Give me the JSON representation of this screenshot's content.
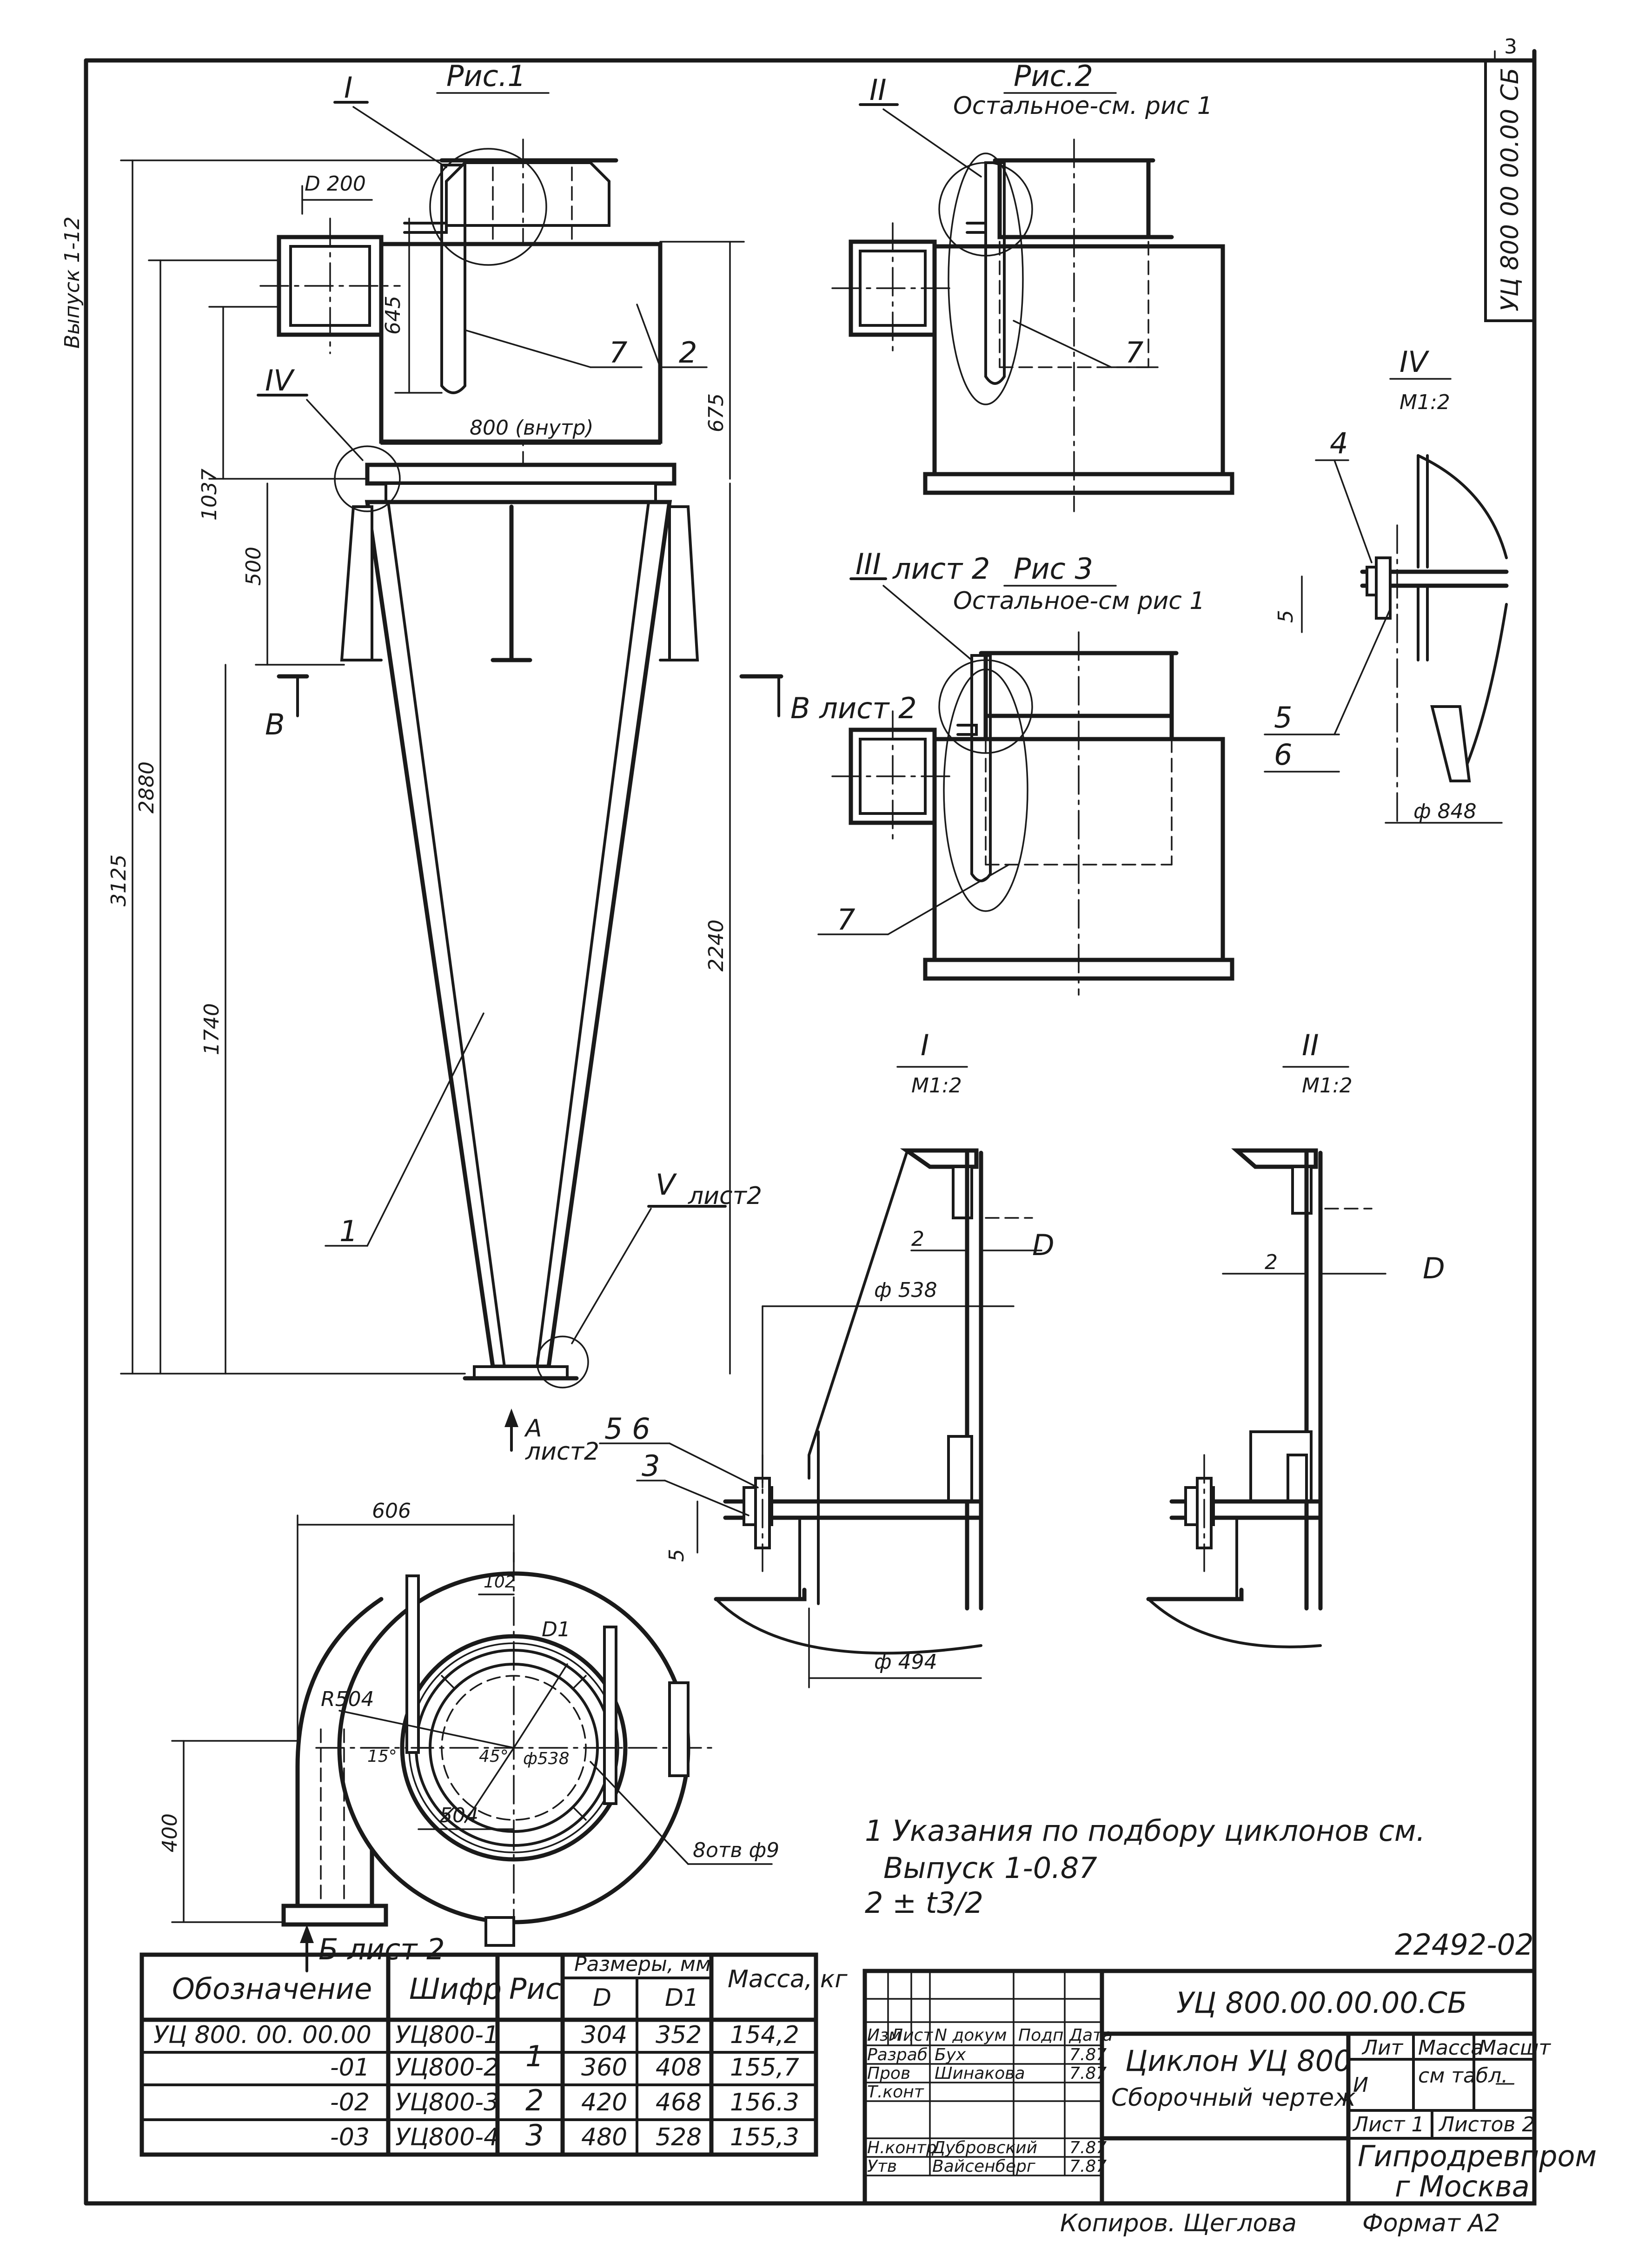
{
  "page_number": "3",
  "corner_code": "УЦ 800 00 00.00 СБ",
  "side_text": "Выпуск 1-12",
  "figures": {
    "fig1_title": "Рис.1",
    "fig2_title": "Рис.2",
    "fig2_note": "Остальное-см. рис 1",
    "fig3_title": "Рис 3",
    "fig3_ref": "лист 2",
    "fig3_note": "Остальное-см рис 1"
  },
  "views": {
    "I": {
      "label": "I",
      "scale": "М1:2"
    },
    "II": {
      "label": "II",
      "scale": "М1:2"
    },
    "III": {
      "label": "III"
    },
    "IV": {
      "label": "IV",
      "scale": "М1:2"
    },
    "V": {
      "label": "V",
      "ref": "лист2"
    }
  },
  "dims": {
    "d200": "D 200",
    "d645": "645",
    "d675": "675",
    "d800": "800 (внутр)",
    "d1037": "1037",
    "d500": "500",
    "d2880": "2880",
    "d3125": "3125",
    "d2240": "2240",
    "d1740": "1740",
    "d606": "606",
    "d102": "102",
    "d_D1": "D1",
    "r504": "R504",
    "d15": "15°",
    "d45": "45°",
    "phi538b": "ф538",
    "d504": "504",
    "d400": "400",
    "holes": "8отв ф9",
    "phi848": "ф 848",
    "phi538": "ф 538",
    "phi494": "ф 494",
    "gap2": "2",
    "dimD": "D",
    "five": "5",
    "five_six": "5  6"
  },
  "sections": {
    "B": "В",
    "B_ref": "В лист 2",
    "A": "А",
    "A_ref": "лист2",
    "Bb": "Б лист 2"
  },
  "callouts": {
    "p1": "1",
    "p2": "2",
    "p3": "3",
    "p4": "4",
    "p5": "5",
    "p6": "6",
    "p7": "7"
  },
  "notes": [
    "1  Указания по подбору циклонов  см.",
    "Выпуск  1-0.87",
    "2 ± t3/2"
  ],
  "spec_table": {
    "headers": {
      "designation": "Обозначение",
      "code": "Шифр",
      "fig": "Рис",
      "sizes": "Размеры, мм",
      "D": "D",
      "D1": "D1",
      "mass": "Масса, кг"
    },
    "rows": [
      {
        "designation": "УЦ 800. 00. 00.00",
        "code": "УЦ800-1",
        "fig": "1",
        "D": "304",
        "D1": "352",
        "mass": "154,2"
      },
      {
        "designation": "-01",
        "code": "УЦ800-2",
        "fig": "",
        "D": "360",
        "D1": "408",
        "mass": "155,7"
      },
      {
        "designation": "-02",
        "code": "УЦ800-3",
        "fig": "2",
        "D": "420",
        "D1": "468",
        "mass": "156.3"
      },
      {
        "designation": "-03",
        "code": "УЦ800-4",
        "fig": "3",
        "D": "480",
        "D1": "528",
        "mass": "155,3"
      }
    ]
  },
  "title_block": {
    "doc_number": "22492-02",
    "code": "УЦ 800.00.00.00.СБ",
    "title": "Циклон УЦ 800",
    "subtitle": "Сборочный чертеж",
    "hdr_izm": "Изм",
    "hdr_list": "Лист",
    "hdr_doc": "N докум",
    "hdr_sign": "Подп",
    "hdr_date": "Дата",
    "role1": "Разраб",
    "name1": "Бух",
    "date1": "7.87",
    "role2": "Пров",
    "name2": "Шинакова",
    "date2": "7.87",
    "role3": "Т.конт",
    "role4": "Н.контр",
    "name4": "Дубровский",
    "date4": "7.87",
    "role5": "Утв",
    "name5": "Вайсенберг",
    "date5": "7.87",
    "lit": "Лит",
    "mass": "Масса",
    "scale": "Масшт",
    "lit_val": "И",
    "mass_val": "см табл.",
    "scale_val": "—",
    "sheet": "Лист 1",
    "sheets": "Листов 2",
    "org": "Гипродревпром",
    "city": "г Москва",
    "copied": "Копиров. Щеглова",
    "format": "Формат А2"
  }
}
